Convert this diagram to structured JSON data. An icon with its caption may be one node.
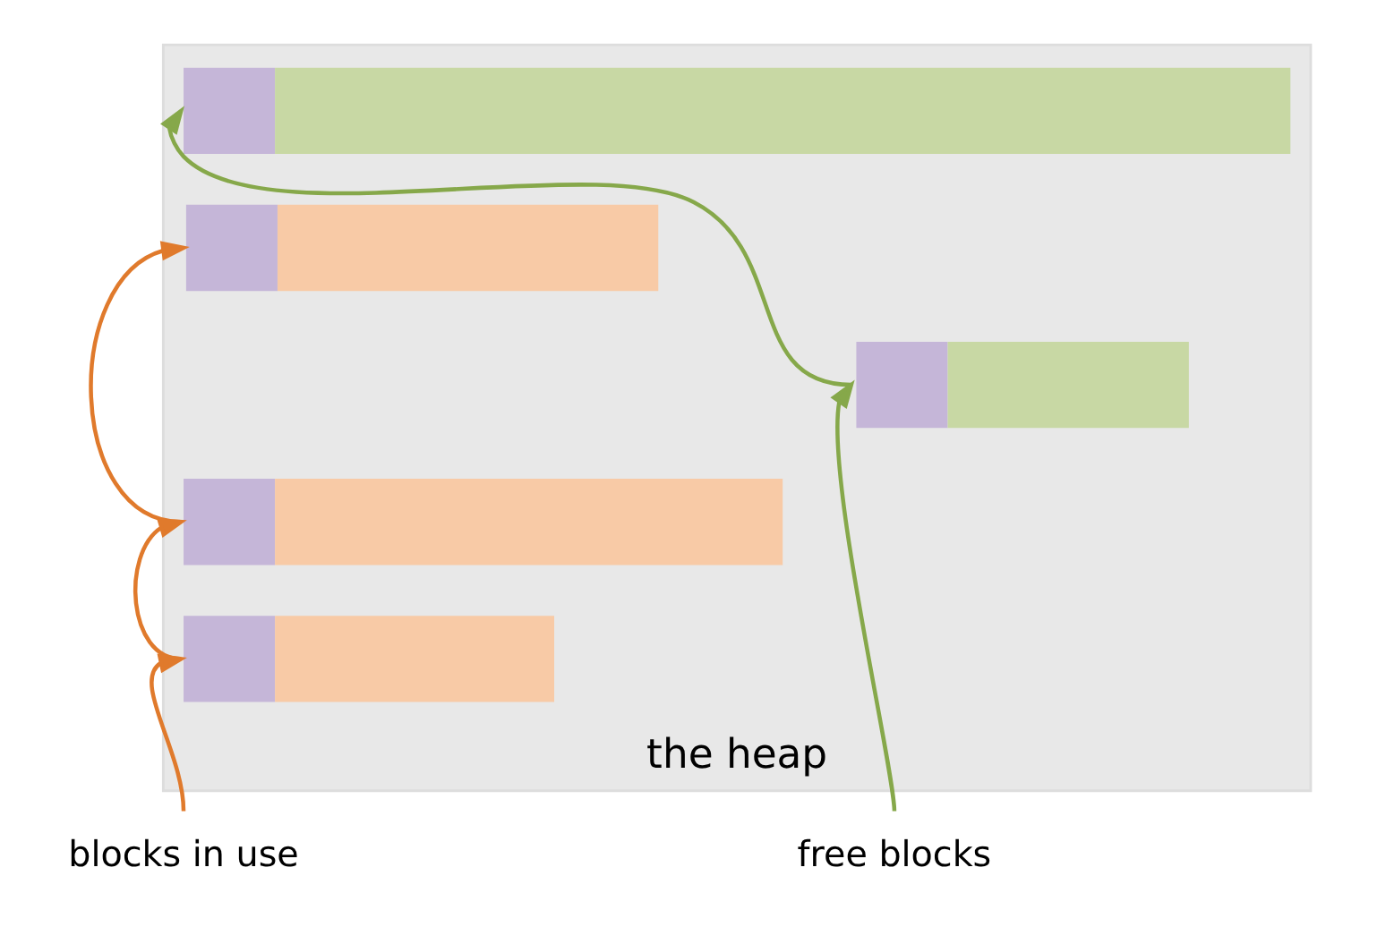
{
  "diagram": {
    "nodes": [
      {
        "text": [
          "the heap"
        ]
      },
      {
        "text": [],
        "shape": "bar",
        "in": 0
      },
      {
        "text": [],
        "shape": "bar",
        "in": 0
      },
      {
        "text": [],
        "shape": "bar",
        "in": 0
      },
      {
        "text": [],
        "shape": "bar",
        "in": 0
      },
      {
        "text": [],
        "shape": "bar",
        "in": 0
      },
      {
        "text": [
          "free blocks"
        ]
      },
      {
        "text": [
          "blocks in use"
        ]
      }
    ],
    "edges": [
      {
        "from": 6,
        "to": 3,
        "arrow": "to",
        "color": "#86a84a"
      },
      {
        "from": 3,
        "to": 1,
        "arrow": "to",
        "color": "#86a84a"
      },
      {
        "from": 7,
        "to": 5,
        "arrow": "to",
        "color": "#e07a2c"
      },
      {
        "from": 5,
        "to": 4,
        "arrow": "to",
        "color": "#e07a2c"
      },
      {
        "from": 4,
        "to": 2,
        "arrow": "to",
        "color": "#e07a2c"
      }
    ]
  }
}
